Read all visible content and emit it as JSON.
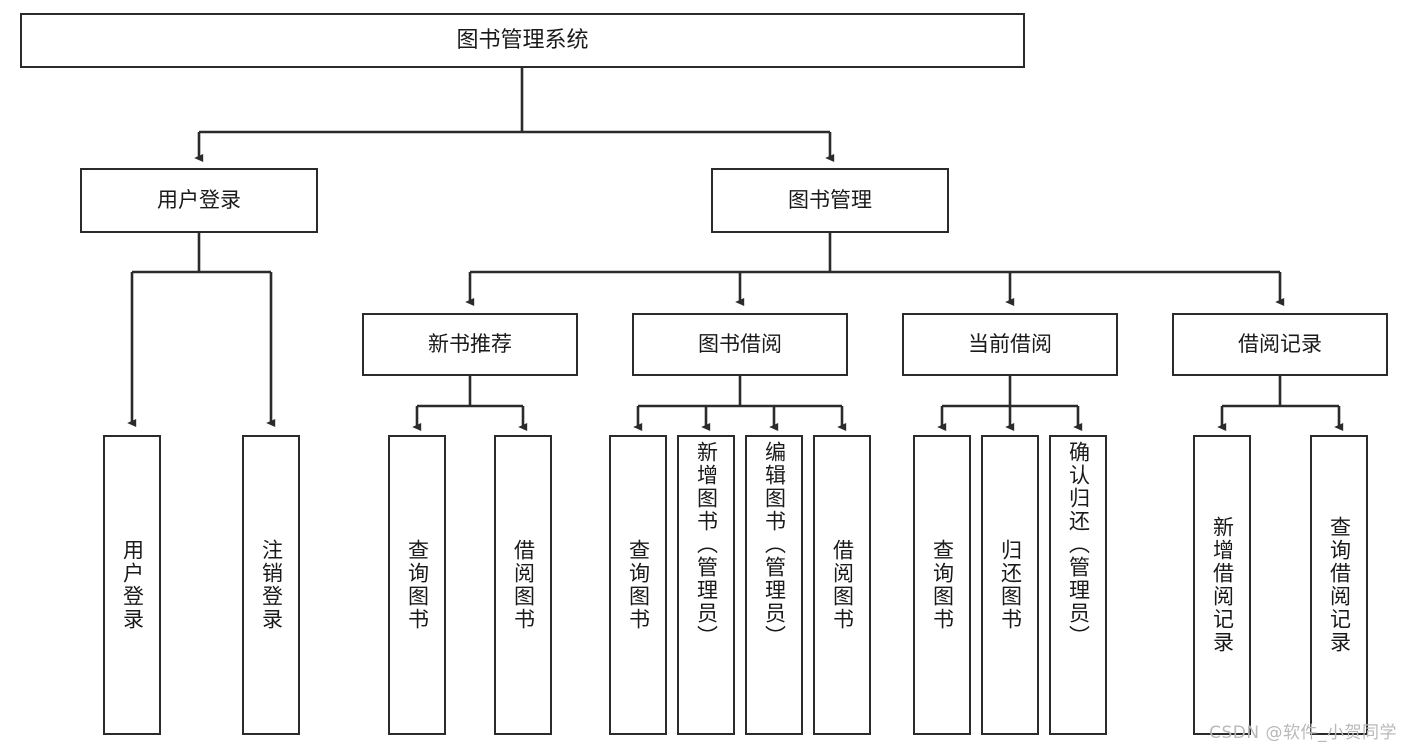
{
  "diagram": {
    "title": "图书管理系统",
    "type": "tree-hierarchy",
    "watermark": "CSDN @软件_小贺同学",
    "colors": {
      "stroke": "#2b2b2b",
      "fill": "#ffffff",
      "text": "#1a1a1a",
      "watermark": "#b9b9b9"
    },
    "nodes": {
      "root": "图书管理系统",
      "level2": [
        "用户登录",
        "图书管理"
      ],
      "level3": [
        "新书推荐",
        "图书借阅",
        "当前借阅",
        "借阅记录"
      ],
      "leaves_user_login": [
        "用户登录",
        "注销登录"
      ],
      "leaves_new_book": [
        "查询图书",
        "借阅图书"
      ],
      "leaves_borrow": [
        "查询图书",
        "新增图书（管理员）",
        "编辑图书（管理员）",
        "借阅图书"
      ],
      "leaves_current": [
        "查询图书",
        "归还图书",
        "确认归还（管理员）"
      ],
      "leaves_records": [
        "新增借阅记录",
        "查询借阅记录"
      ]
    }
  }
}
